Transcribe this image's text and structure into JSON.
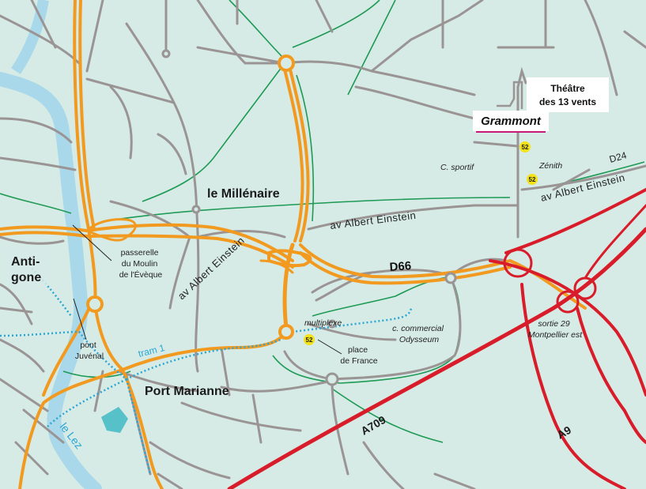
{
  "places": {
    "millenaire": "le Millénaire",
    "port_marianne": "Port Marianne",
    "antigone_1": "Anti-",
    "antigone_2": "gone",
    "grammont": "Grammont"
  },
  "theatre": {
    "line1": "Théâtre",
    "line2": "des 13 vents"
  },
  "roads": {
    "einstein_1": "av Albert Einstein",
    "einstein_2": "av Albert Einstein",
    "einstein_3": "av Albert Einstein",
    "d66": "D66",
    "d24": "D24",
    "a709": "A709",
    "a9": "A9",
    "tram": "tram 1"
  },
  "river": "le Lez",
  "pois": {
    "passerelle": [
      "passerelle",
      "du Moulin",
      "de l'Évèque"
    ],
    "pont": [
      "pont",
      "Juvénal"
    ],
    "place_france": [
      "place",
      "de France"
    ],
    "multiplexe": "multiplexe",
    "commercial": [
      "c. commercial",
      "Odysseum"
    ],
    "sortie": [
      "sortie 29",
      "Montpellier est"
    ],
    "sportif": "C. sportif",
    "zenith": "Zénith"
  },
  "bus_line": "52",
  "colors": {
    "background": "#d6ebe6",
    "water": "#a8d8ea",
    "minor_road": "#9a9494",
    "major_road": "#f29a1f",
    "motorway": "#d91c2a",
    "green_edge": "#1e9a55",
    "tram": "#2aa6d5",
    "bus_badge": "#f3e21a",
    "grammont_underline": "#c8187a",
    "pond": "#56c1c8"
  }
}
